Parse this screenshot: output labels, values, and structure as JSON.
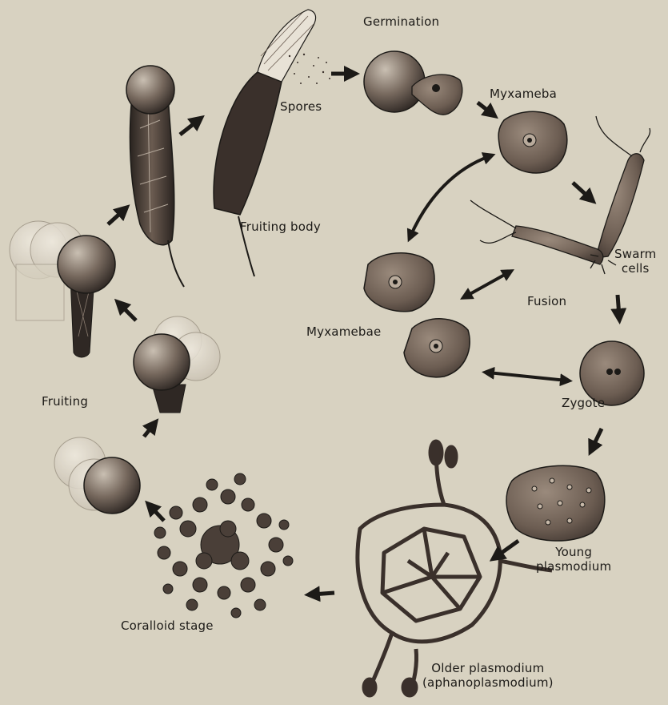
{
  "diagram": {
    "labels": {
      "germination": "Germination",
      "spores": "Spores",
      "myxameba": "Myxameba",
      "fruiting_body": "Fruiting body",
      "swarm_cells_line1": "Swarm",
      "swarm_cells_line2": "cells",
      "fusion": "Fusion",
      "myxamebae": "Myxamebae",
      "zygote": "Zygote",
      "fruiting": "Fruiting",
      "young_plasmodium_line1": "Young",
      "young_plasmodium_line2": "plasmodium",
      "coralloid_stage": "Coralloid stage",
      "older_plasmodium_line1": "Older plasmodium",
      "older_plasmodium_line2": "(aphanoplasmodium)"
    },
    "colors": {
      "background": "#d8d2c1",
      "cell_fill": "#7a6a5e",
      "ink": "#1c1a17",
      "transparent_sphere": "#e4ddd0"
    }
  }
}
